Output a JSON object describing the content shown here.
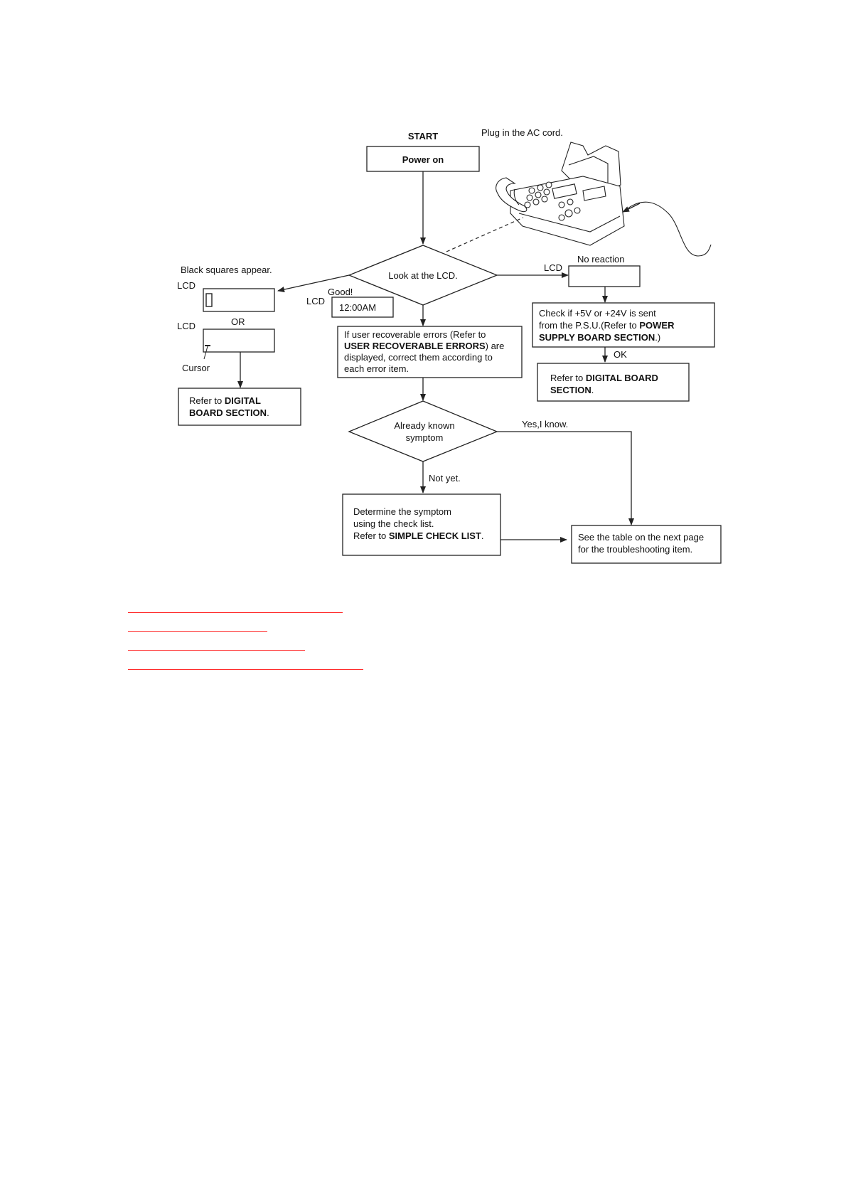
{
  "flowchart": {
    "start_label": "START",
    "power_on": "Power on",
    "plug_note": "Plug in the AC cord.",
    "look_lcd": "Look at the LCD.",
    "black_squares": "Black squares appear.",
    "lcd_label_1": "LCD",
    "lcd_label_2": "LCD",
    "lcd_label_3": "LCD",
    "lcd_label_4": "LCD",
    "or_label": "OR",
    "cursor_label": "Cursor",
    "good_label": "Good!",
    "clock_display": "12:00AM",
    "no_reaction": "No reaction",
    "ok_label": "OK",
    "refer_digital_left": {
      "line1_plain": "Refer to ",
      "line1_bold": "DIGITAL",
      "line2_bold": "BOARD SECTION",
      "line2_end": "."
    },
    "psu_check": {
      "line1": "Check if +5V or +24V is sent",
      "line2_plain": "from the P.S.U.(Refer to ",
      "line2_bold": "POWER",
      "line3_bold": "SUPPLY BOARD SECTION",
      "line3_end": ".)"
    },
    "refer_digital_right": {
      "line1_plain": "Refer to ",
      "line1_bold": "DIGITAL BOARD",
      "line2_bold": "SECTION",
      "line2_end": "."
    },
    "user_errors": {
      "line1": "If user recoverable errors (Refer to",
      "line2_bold": "USER RECOVERABLE ERRORS",
      "line2_end": ") are",
      "line3": "displayed, correct them according to",
      "line4": "each error item."
    },
    "known_symptom": {
      "line1": "Already known",
      "line2": "symptom"
    },
    "yes_label": "Yes,I know.",
    "not_yet_label": "Not yet.",
    "determine": {
      "line1": "Determine the symptom",
      "line2": "using the check list.",
      "line3_plain": "Refer to ",
      "line3_bold": "SIMPLE CHECK LIST",
      "line3_end": "."
    },
    "see_table": {
      "line1": "See the table on the next page",
      "line2": "for the troubleshooting item."
    },
    "fax_icon": "fax-machine-illustration"
  },
  "footer_links": [
    {
      "name": "link-1"
    },
    {
      "name": "link-2"
    },
    {
      "name": "link-3"
    },
    {
      "name": "link-4"
    }
  ],
  "colors": {
    "link": "#ff2a2a",
    "stroke": "#222222"
  }
}
